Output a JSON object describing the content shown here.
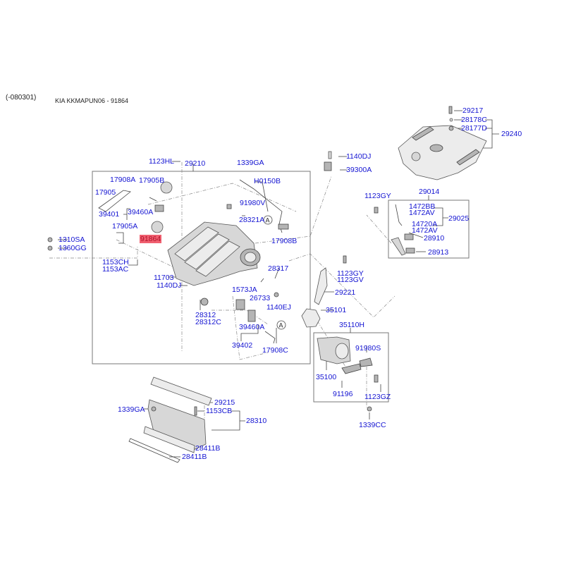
{
  "header": {
    "date_code": "(-080301)",
    "catalog_ref": "KIA KKMAPUN06 - 91864"
  },
  "highlighted_part": "91864",
  "colors": {
    "label": "#1414d2",
    "highlight": "#f06070",
    "frame": "#777777"
  },
  "callouts": [
    "A",
    "A"
  ],
  "labels": {
    "p1123HL": "1123HL",
    "p29210": "29210",
    "p1339GA_top": "1339GA",
    "p17908A": "17908A",
    "p17905B": "17905B",
    "p17905": "17905",
    "p39401": "39401",
    "p39460A_top": "39460A",
    "p17905A": "17905A",
    "p91864": "91864",
    "p1310SA": "1310SA",
    "p1360GG": "1360GG",
    "p1153CH": "1153CH",
    "p1153AC": "1153AC",
    "pH0150B": "H0150B",
    "p91980V": "91980V",
    "p28321A": "28321A",
    "p17908B": "17908B",
    "p28317": "28317",
    "p11703": "11703",
    "p1140DJ_left": "1140DJ",
    "p1573JA": "1573JA",
    "p26733": "26733",
    "p1140EJ": "1140EJ",
    "p28312": "28312",
    "p28312C": "28312C",
    "p39460A_bot": "39460A",
    "p39402": "39402",
    "p17908C": "17908C",
    "p1140DJ_top": "1140DJ",
    "p39300A": "39300A",
    "p29217": "29217",
    "p28178C": "28178C",
    "p28177D": "28177D",
    "p29240": "29240",
    "p1123GY_top": "1123GY",
    "p29014": "29014",
    "p1472BB": "1472BB",
    "p1472AV_a": "1472AV",
    "p29025": "29025",
    "p14720A": "14720A",
    "p1472AV_b": "1472AV",
    "p28910": "28910",
    "p28913": "28913",
    "p1123GY_mid": "1123GY",
    "p1123GV": "1123GV",
    "p29221": "29221",
    "p35101": "35101",
    "p35110H": "35110H",
    "p91980S": "91980S",
    "p35100": "35100",
    "p91196": "91196",
    "p1123GZ": "1123GZ",
    "p1339CC": "1339CC",
    "p29215": "29215",
    "p1339GA_bot": "1339GA",
    "p1153CB": "1153CB",
    "p28310": "28310",
    "p28411B_a": "28411B",
    "p28411B_b": "28411B"
  }
}
